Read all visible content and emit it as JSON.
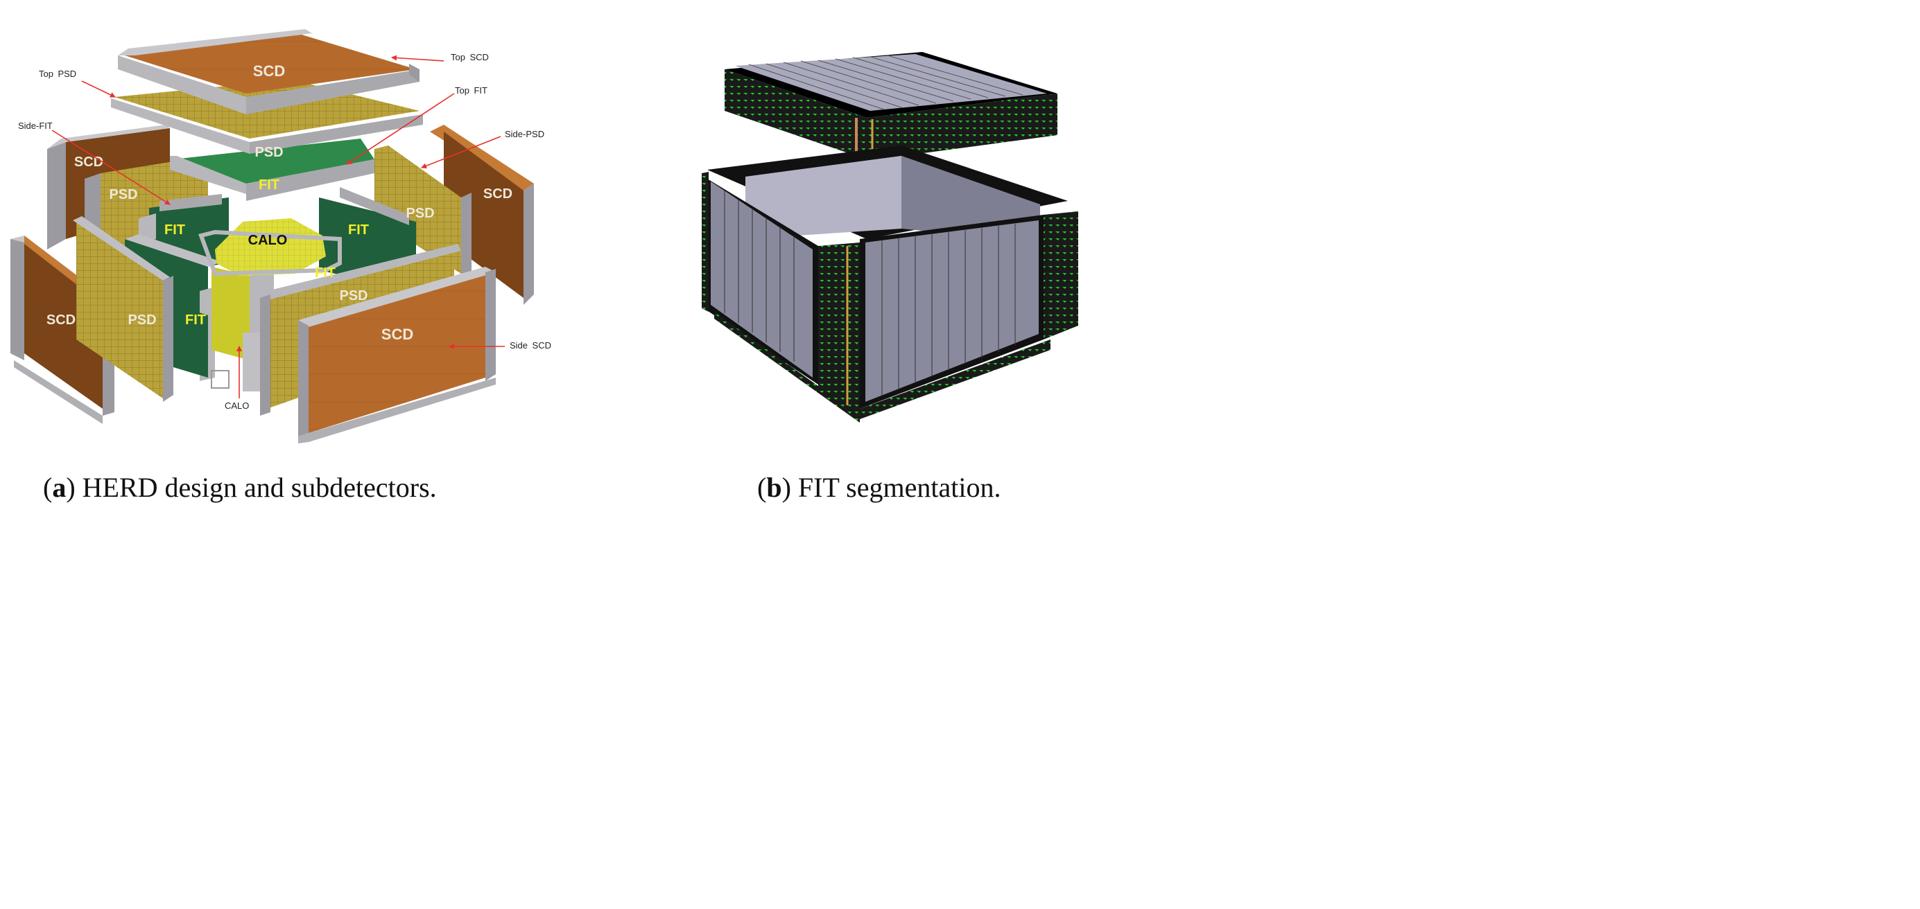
{
  "panel_a": {
    "letter": "a",
    "caption": "HERD design and subdetectors.",
    "callouts": {
      "top_scd": "Top SCD",
      "top_psd": "Top PSD",
      "top_fit": "Top FIT",
      "side_fit": "Side-FIT",
      "side_psd": "Side-PSD",
      "side_scd": "Side SCD",
      "calo": "CALO"
    },
    "labels": {
      "scd": "SCD",
      "psd": "PSD",
      "fit": "FIT",
      "calo": "CALO"
    }
  },
  "panel_b": {
    "letter": "b",
    "caption": "FIT segmentation."
  },
  "colors": {
    "scd": "#b56a2c",
    "scd_dark": "#7a4318",
    "psd": "#b9a23a",
    "fit": "#1f5f3c",
    "fit_bright": "#2e8a4a",
    "calo": "#dede3a",
    "frame": "#a9a9ad",
    "label_yellow": "#f4ee2a",
    "arrow": "#e5322d",
    "box_face": "#8a8a9e",
    "box_top": "#a9a9be",
    "sipm_green": "#25c42c"
  }
}
